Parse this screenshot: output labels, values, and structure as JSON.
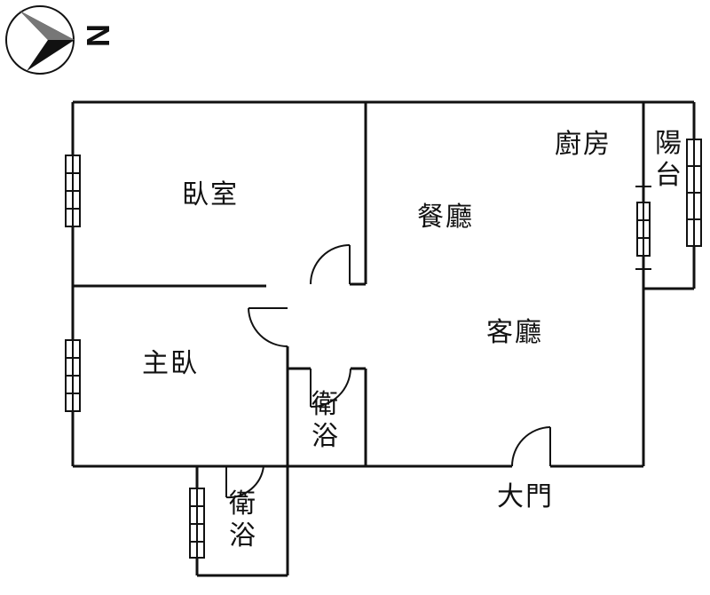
{
  "compass": {
    "north_label": "N",
    "icon": "north-arrow-icon"
  },
  "rooms": {
    "bedroom": "臥室",
    "master_bedroom": "主臥",
    "dining": "餐廳",
    "kitchen": "廚房",
    "living": "客廳",
    "balcony": "陽台",
    "bath_inner": "衛浴",
    "bath_outer": "衛浴",
    "main_door": "大門"
  },
  "colors": {
    "wall": "#111111",
    "background": "#ffffff"
  }
}
